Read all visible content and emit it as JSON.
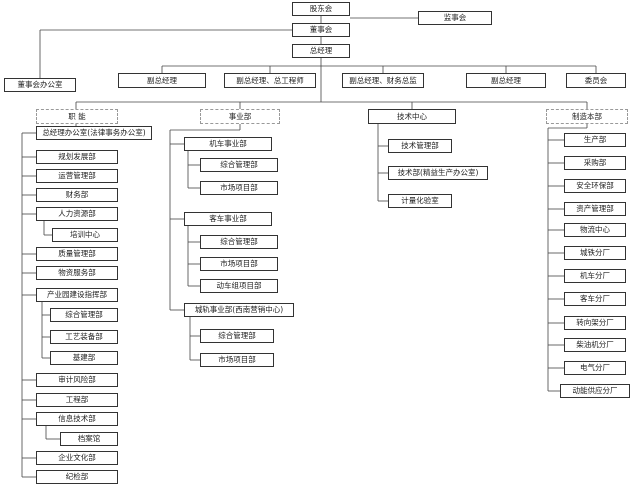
{
  "org": {
    "top": {
      "shareholders": "股东会",
      "supervisors": "监事会",
      "board": "董事会",
      "gm": "总经理",
      "board_office": "董事会办公室"
    },
    "executives": [
      "副总经理",
      "副总经理、总工程师",
      "副总经理、财务总监",
      "副总经理",
      "委员会"
    ],
    "department_heads": [
      "职  能",
      "事业部",
      "技术中心",
      "制造本部"
    ],
    "functional": [
      "总经理办公室(法律事务办公室)",
      "规划发展部",
      "运营管理部",
      "财务部",
      "人力资源部",
      "培训中心",
      "质量管理部",
      "物资服务部",
      "产业园建设指挥部",
      "综合管理部",
      "工艺装备部",
      "基建部",
      "审计风险部",
      "工程部",
      "信息技术部",
      "档案馆",
      "企业文化部",
      "纪检部"
    ],
    "business": {
      "locomotive": {
        "title": "机车事业部",
        "units": [
          "综合管理部",
          "市场项目部"
        ]
      },
      "passenger": {
        "title": "客车事业部",
        "units": [
          "综合管理部",
          "市场项目部",
          "动车组项目部"
        ]
      },
      "urban": {
        "title": "城轨事业部(西南营销中心)",
        "units": [
          "综合管理部",
          "市场项目部"
        ]
      }
    },
    "technology": [
      "技术管理部",
      "技术部(精益生产办公室)",
      "计量化验室"
    ],
    "manufacturing": [
      "生产部",
      "采购部",
      "安全环保部",
      "资产管理部",
      "物流中心",
      "城铁分厂",
      "机车分厂",
      "客车分厂",
      "转向架分厂",
      "柴油机分厂",
      "电气分厂",
      "动能供应分厂"
    ]
  }
}
